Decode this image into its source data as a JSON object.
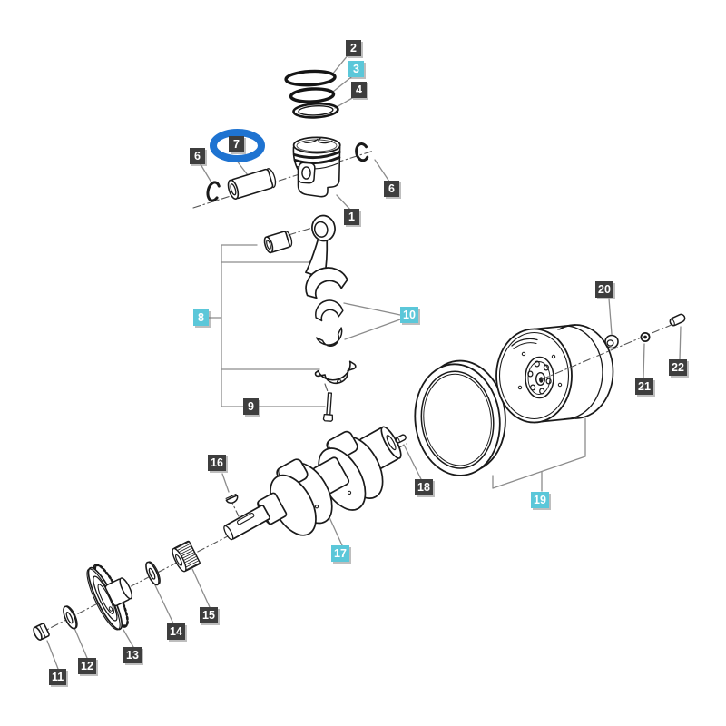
{
  "diagram": {
    "type": "exploded-parts-diagram",
    "subject": "engine crankshaft, piston and flywheel assembly"
  },
  "colors": {
    "background": "#ffffff",
    "line_art": "#1a1a1a",
    "leader_line": "#8c8c8c",
    "axis_line": "#555555",
    "label_dark": "#3e3e3e",
    "label_highlight": "#5bc7d9",
    "label_text": "#ffffff",
    "highlight_ring": "#1e73d1"
  },
  "highlight": {
    "type": "ellipse-callout",
    "around_part_label": "7",
    "color": "#1e73d1"
  },
  "labels": [
    {
      "text": "2",
      "style": "dark"
    },
    {
      "text": "3",
      "style": "cyan"
    },
    {
      "text": "4",
      "style": "dark"
    },
    {
      "text": "6",
      "style": "dark"
    },
    {
      "text": "7",
      "style": "dark"
    },
    {
      "text": "6",
      "style": "dark"
    },
    {
      "text": "1",
      "style": "dark"
    },
    {
      "text": "8",
      "style": "cyan"
    },
    {
      "text": "10",
      "style": "cyan"
    },
    {
      "text": "9",
      "style": "dark"
    },
    {
      "text": "16",
      "style": "dark"
    },
    {
      "text": "18",
      "style": "dark"
    },
    {
      "text": "17",
      "style": "cyan"
    },
    {
      "text": "20",
      "style": "dark"
    },
    {
      "text": "21",
      "style": "dark"
    },
    {
      "text": "22",
      "style": "dark"
    },
    {
      "text": "19",
      "style": "cyan"
    },
    {
      "text": "15",
      "style": "dark"
    },
    {
      "text": "14",
      "style": "dark"
    },
    {
      "text": "13",
      "style": "dark"
    },
    {
      "text": "12",
      "style": "dark"
    },
    {
      "text": "11",
      "style": "dark"
    }
  ]
}
